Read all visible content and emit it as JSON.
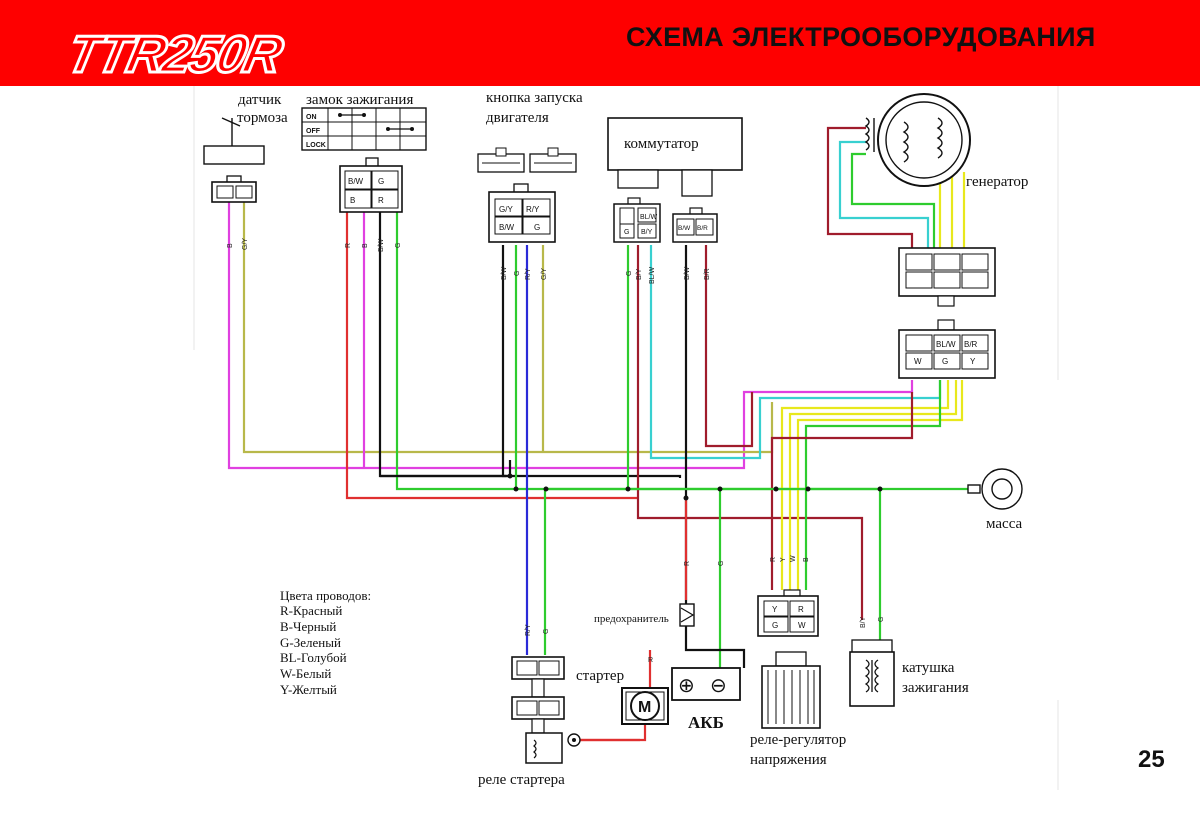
{
  "header": {
    "logo_text": "TTR250R",
    "title": "СХЕМА ЭЛЕКТРООБОРУДОВАНИЯ",
    "page_number": "25",
    "banner_color": "#fe0000"
  },
  "components": {
    "brake_sensor": {
      "line1": "датчик",
      "line2": "тормоза"
    },
    "ignition_lock": {
      "label": "замок зажигания",
      "rows": [
        "ON",
        "OFF",
        "LOCK"
      ]
    },
    "start_button": {
      "line1": "кнопка запуска",
      "line2": "двигателя"
    },
    "cdi": {
      "label": "коммутатор"
    },
    "generator": {
      "label": "генератор"
    },
    "ground": {
      "label": "масса"
    },
    "fuse": {
      "label": "предохранитель"
    },
    "starter": {
      "label": "стартер",
      "symbol": "M"
    },
    "battery": {
      "label": "АКБ",
      "plus": "⊕",
      "minus": "⊖"
    },
    "starter_relay": {
      "label": "реле стартера"
    },
    "regulator": {
      "line1": "реле-регулятор",
      "line2": "напряжения"
    },
    "ignition_coil": {
      "line1": "катушка",
      "line2": "зажигания"
    }
  },
  "pins": {
    "ignition": [
      "B/W",
      "G",
      "B",
      "R"
    ],
    "start_button": [
      "G/Y",
      "R/Y",
      "B/W",
      "G"
    ],
    "cdi_left": [
      "BL/W",
      "G",
      "B/Y"
    ],
    "cdi_right": [
      "B/W",
      "B/R"
    ],
    "gen_lower": [
      "BL/W",
      "B/R",
      "W",
      "G",
      "Y"
    ],
    "regulator": [
      "Y",
      "R",
      "G",
      "W"
    ]
  },
  "wire_codes": {
    "brake": [
      "B",
      "G/Y"
    ],
    "ignition": [
      "R",
      "B",
      "B/W",
      "G"
    ],
    "start_button": [
      "B/W",
      "G",
      "R/Y",
      "G/Y"
    ],
    "cdi": [
      "G",
      "B/Y",
      "BL/W",
      "B/W",
      "B/R"
    ],
    "starter_relay": [
      "R/Y",
      "G"
    ],
    "fuse_top": "R",
    "battery_top": "G",
    "starter_wire": "R",
    "regulator": [
      "R",
      "Y",
      "W",
      "B"
    ],
    "coil": [
      "B/Y",
      "G"
    ]
  },
  "legend": {
    "title": "Цвета проводов:",
    "items": [
      "R-Красный",
      "B-Черный",
      "G-Зеленый",
      "BL-Голубой",
      "W-Белый",
      "Y-Желтый"
    ]
  },
  "wire_colors": {
    "red": "#e03030",
    "darkred": "#a01c2c",
    "black": "#111111",
    "green": "#2ecc2e",
    "yellow": "#e8e81c",
    "olive": "#b8b84a",
    "magenta": "#e040e0",
    "cyan": "#38d0d0",
    "blue": "#2a2ad8"
  }
}
